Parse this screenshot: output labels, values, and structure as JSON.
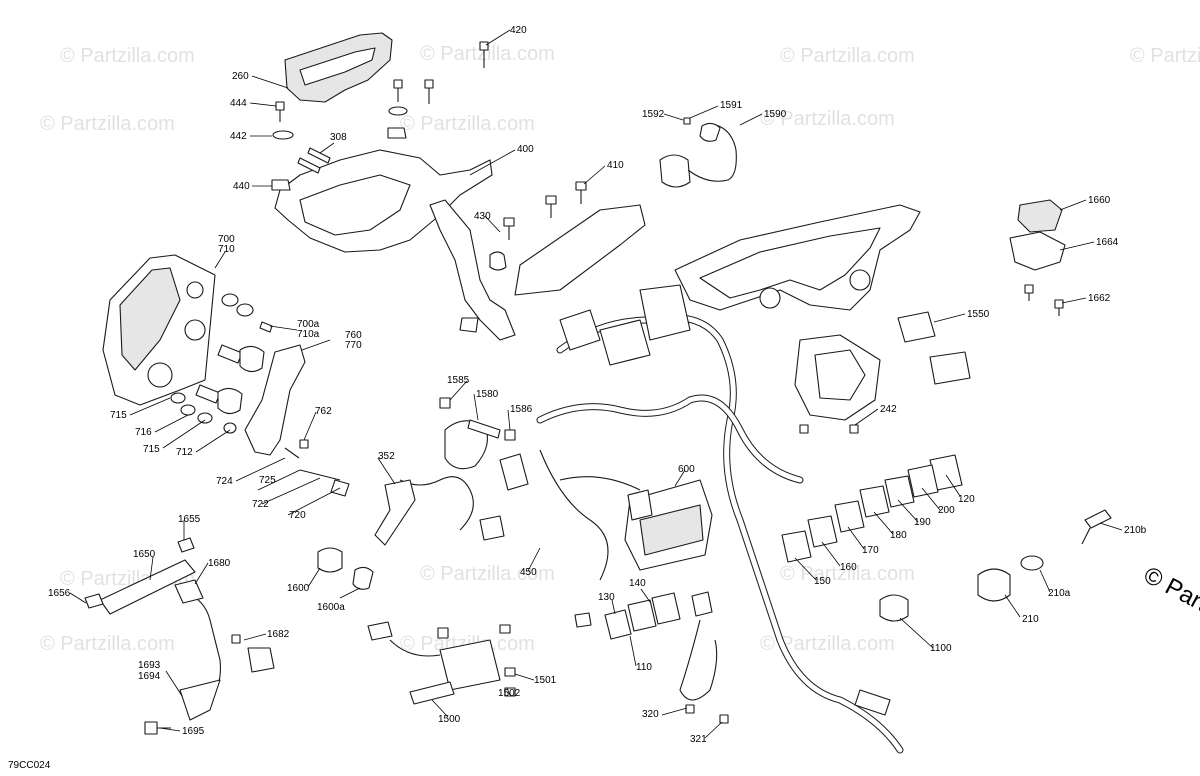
{
  "diagram_code": "79CC024",
  "watermark_text": "© Partzilla.com",
  "watermark_partial": "© Partz",
  "callouts": [
    {
      "id": "c420",
      "label": "420"
    },
    {
      "id": "c260",
      "label": "260"
    },
    {
      "id": "c444",
      "label": "444"
    },
    {
      "id": "c442",
      "label": "442"
    },
    {
      "id": "c308",
      "label": "308"
    },
    {
      "id": "c440",
      "label": "440"
    },
    {
      "id": "c400",
      "label": "400"
    },
    {
      "id": "c410",
      "label": "410"
    },
    {
      "id": "c430",
      "label": "430"
    },
    {
      "id": "c1592",
      "label": "1592"
    },
    {
      "id": "c1591",
      "label": "1591"
    },
    {
      "id": "c1590",
      "label": "1590"
    },
    {
      "id": "c1660",
      "label": "1660"
    },
    {
      "id": "c1664",
      "label": "1664"
    },
    {
      "id": "c1662",
      "label": "1662"
    },
    {
      "id": "c700",
      "label": "700"
    },
    {
      "id": "c710",
      "label": "710"
    },
    {
      "id": "c700a",
      "label": "700a"
    },
    {
      "id": "c710a",
      "label": "710a"
    },
    {
      "id": "c760",
      "label": "760"
    },
    {
      "id": "c770",
      "label": "770"
    },
    {
      "id": "c1550",
      "label": "1550"
    },
    {
      "id": "c242",
      "label": "242"
    },
    {
      "id": "c1585",
      "label": "1585"
    },
    {
      "id": "c1580",
      "label": "1580"
    },
    {
      "id": "c1586",
      "label": "1586"
    },
    {
      "id": "c715a",
      "label": "715"
    },
    {
      "id": "c716",
      "label": "716"
    },
    {
      "id": "c715b",
      "label": "715"
    },
    {
      "id": "c712",
      "label": "712"
    },
    {
      "id": "c762",
      "label": "762"
    },
    {
      "id": "c724",
      "label": "724"
    },
    {
      "id": "c725",
      "label": "725"
    },
    {
      "id": "c722",
      "label": "722"
    },
    {
      "id": "c720",
      "label": "720"
    },
    {
      "id": "c352",
      "label": "352"
    },
    {
      "id": "c600",
      "label": "600"
    },
    {
      "id": "c120",
      "label": "120"
    },
    {
      "id": "c200",
      "label": "200"
    },
    {
      "id": "c190",
      "label": "190"
    },
    {
      "id": "c180",
      "label": "180"
    },
    {
      "id": "c170",
      "label": "170"
    },
    {
      "id": "c160",
      "label": "160"
    },
    {
      "id": "c150",
      "label": "150"
    },
    {
      "id": "c210b",
      "label": "210b"
    },
    {
      "id": "c1655",
      "label": "1655"
    },
    {
      "id": "c1650",
      "label": "1650"
    },
    {
      "id": "c1680",
      "label": "1680"
    },
    {
      "id": "c1656",
      "label": "1656"
    },
    {
      "id": "c1600",
      "label": "1600"
    },
    {
      "id": "c1600a",
      "label": "1600a"
    },
    {
      "id": "c450",
      "label": "450"
    },
    {
      "id": "c140",
      "label": "140"
    },
    {
      "id": "c130",
      "label": "130"
    },
    {
      "id": "c110",
      "label": "110"
    },
    {
      "id": "c210a",
      "label": "210a"
    },
    {
      "id": "c210",
      "label": "210"
    },
    {
      "id": "c1100",
      "label": "1100"
    },
    {
      "id": "c1682",
      "label": "1682"
    },
    {
      "id": "c1693",
      "label": "1693"
    },
    {
      "id": "c1694",
      "label": "1694"
    },
    {
      "id": "c1695",
      "label": "1695"
    },
    {
      "id": "c1501",
      "label": "1501"
    },
    {
      "id": "c1502",
      "label": "1502"
    },
    {
      "id": "c1500",
      "label": "1500"
    },
    {
      "id": "c320",
      "label": "320"
    },
    {
      "id": "c321",
      "label": "321"
    }
  ]
}
